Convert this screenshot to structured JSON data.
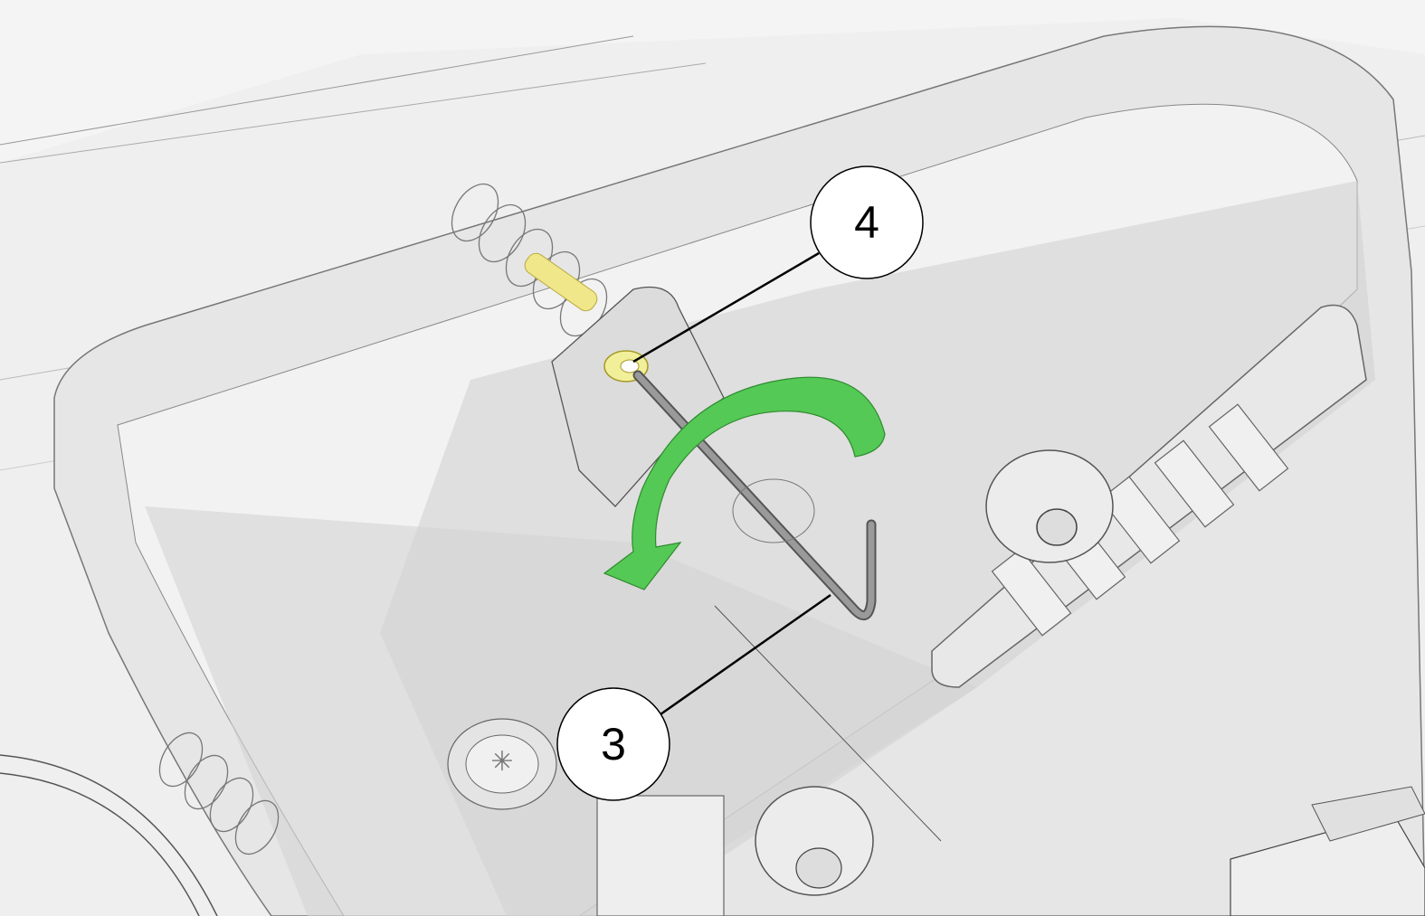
{
  "callouts": [
    {
      "label": "4",
      "part": "washer"
    },
    {
      "label": "3",
      "part": "torx-key-tool"
    }
  ],
  "colors": {
    "rotation_arrow": "#55c955",
    "washer": "#f2ef9a",
    "pin": "#f0e68a",
    "housing": "#d9d9d9",
    "tool": "#808080"
  }
}
